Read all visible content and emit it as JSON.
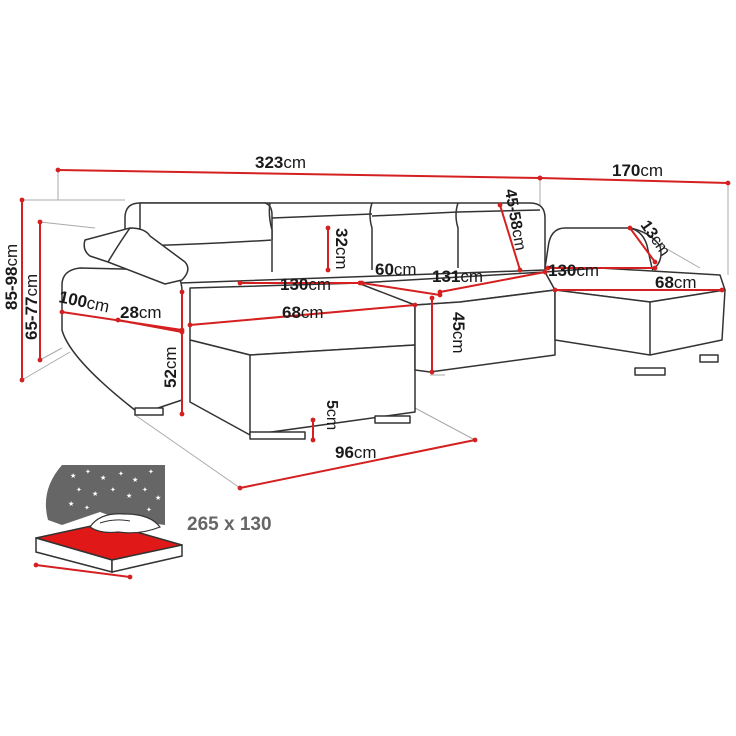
{
  "diagram": {
    "overall_width": {
      "value": "323",
      "unit": "cm"
    },
    "right_depth": {
      "value": "170",
      "unit": "cm"
    },
    "total_height": {
      "value": "85-98",
      "unit": "cm"
    },
    "back_height": {
      "value": "65-77",
      "unit": "cm"
    },
    "left_arm_depth": {
      "value": "100",
      "unit": "cm"
    },
    "arm_width": {
      "value": "28",
      "unit": "cm"
    },
    "arm_height": {
      "value": "52",
      "unit": "cm"
    },
    "chaise_length": {
      "value": "130",
      "unit": "cm"
    },
    "chaise_seat_width": {
      "value": "68",
      "unit": "cm"
    },
    "headrest_height": {
      "value": "32",
      "unit": "cm"
    },
    "seat_depth": {
      "value": "60",
      "unit": "cm"
    },
    "middle_width": {
      "value": "131",
      "unit": "cm"
    },
    "seat_height": {
      "value": "45",
      "unit": "cm"
    },
    "headrest_adjust": {
      "value": "45-58",
      "unit": "cm"
    },
    "right_chaise_length": {
      "value": "130",
      "unit": "cm"
    },
    "right_headrest": {
      "value": "13",
      "unit": "cm"
    },
    "right_seat_width": {
      "value": "68",
      "unit": "cm"
    },
    "leg_height": {
      "value": "5",
      "unit": "cm"
    },
    "chaise_width": {
      "value": "96",
      "unit": "cm"
    },
    "bed_size": "265 x 130"
  },
  "colors": {
    "outline": "#333333",
    "dimension_line": "#d42020",
    "guide_line": "#aaaaaa",
    "bed_fill": "#e01818",
    "starfield": "#666666"
  }
}
